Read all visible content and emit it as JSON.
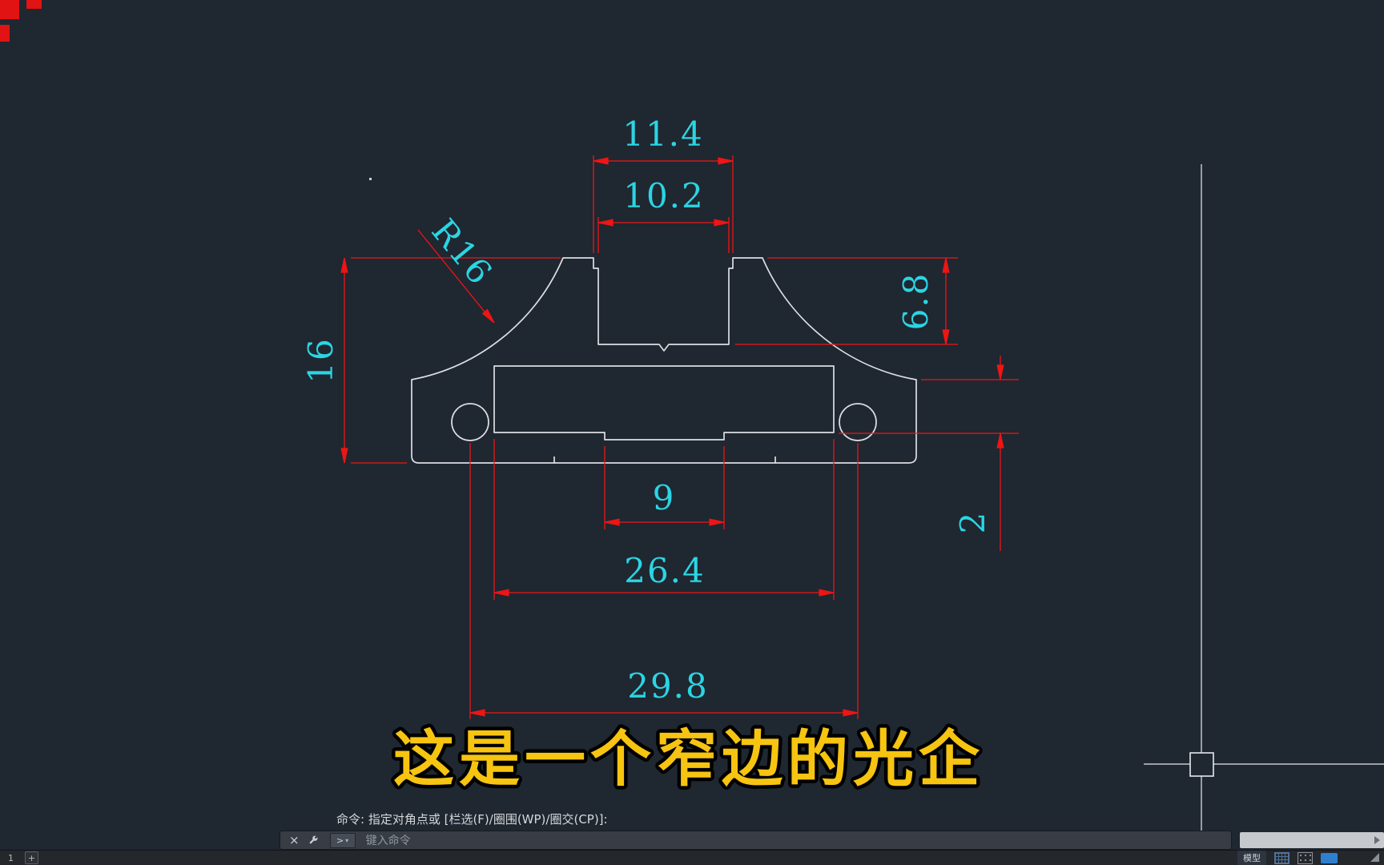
{
  "window": {
    "bg": "#1f2731"
  },
  "drawing": {
    "dims": {
      "top_outer": "11.4",
      "top_inner": "10.2",
      "radius": "R16",
      "height_left": "16",
      "depth_right": "6.8",
      "step_right": "2",
      "notch_width": "9",
      "slot_width": "26.4",
      "hole_span": "29.8"
    },
    "colors": {
      "dim_red": "#ee1515",
      "text_cyan": "#2bd5e3",
      "line_white": "#dcdfe3",
      "subtitle_yellow": "#f6c411"
    }
  },
  "subtitle": {
    "text": "这是一个窄边的光企"
  },
  "command_line": {
    "history": "命令: 指定对角点或 [栏选(F)/圈围(WP)/圈交(CP)]:",
    "placeholder": "键入命令",
    "close": "×",
    "prompt_icon": ">",
    "caret": "▾"
  },
  "status_bar": {
    "layout_tab": "1",
    "add_layout": "+",
    "model_label": "模型"
  }
}
